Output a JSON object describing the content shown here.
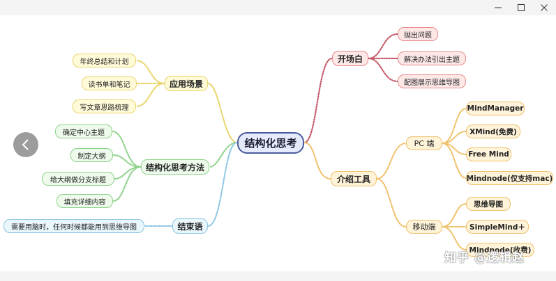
{
  "window": {
    "minimize_icon": "minimize-icon",
    "maximize_icon": "maximize-icon",
    "close_icon": "close-icon"
  },
  "viewer": {
    "prev_icon": "chevron-left-icon",
    "watermark": "知乎 @逻辑赵"
  },
  "mindmap": {
    "root": "结构化思考",
    "left": {
      "scenarios": {
        "label": "应用场景",
        "items": [
          "年终总结和计划",
          "读书单和笔记",
          "写文章思路梳理"
        ]
      },
      "method": {
        "label": "结构化思考方法",
        "items": [
          "确定中心主题",
          "制定大纲",
          "给大纲做分支标题",
          "填充详细内容"
        ]
      },
      "conclusion": {
        "label": "结束语",
        "items": [
          "需要用脑时，任何时候都能用到思维导图"
        ]
      }
    },
    "right": {
      "opening": {
        "label": "开场白",
        "items": [
          "抛出问题",
          "解决办法引出主题",
          "配图展示思维导图"
        ]
      },
      "tools": {
        "label": "介绍工具",
        "pc": {
          "label": "PC 端",
          "items": [
            "MindManager",
            "XMind(免费)",
            "Free Mind",
            "Mindnode(仅支持mac)"
          ]
        },
        "mobile": {
          "label": "移动端",
          "items": [
            "思维导图",
            "SimpleMind＋",
            "Mindnode(收费)"
          ]
        }
      }
    }
  },
  "colors": {
    "root_border": "#4b5b9e",
    "yellow": "#e8d46a",
    "red": "#e98a8a",
    "orange": "#efc06a",
    "green": "#8ed28a",
    "blue": "#8cc7e3"
  }
}
